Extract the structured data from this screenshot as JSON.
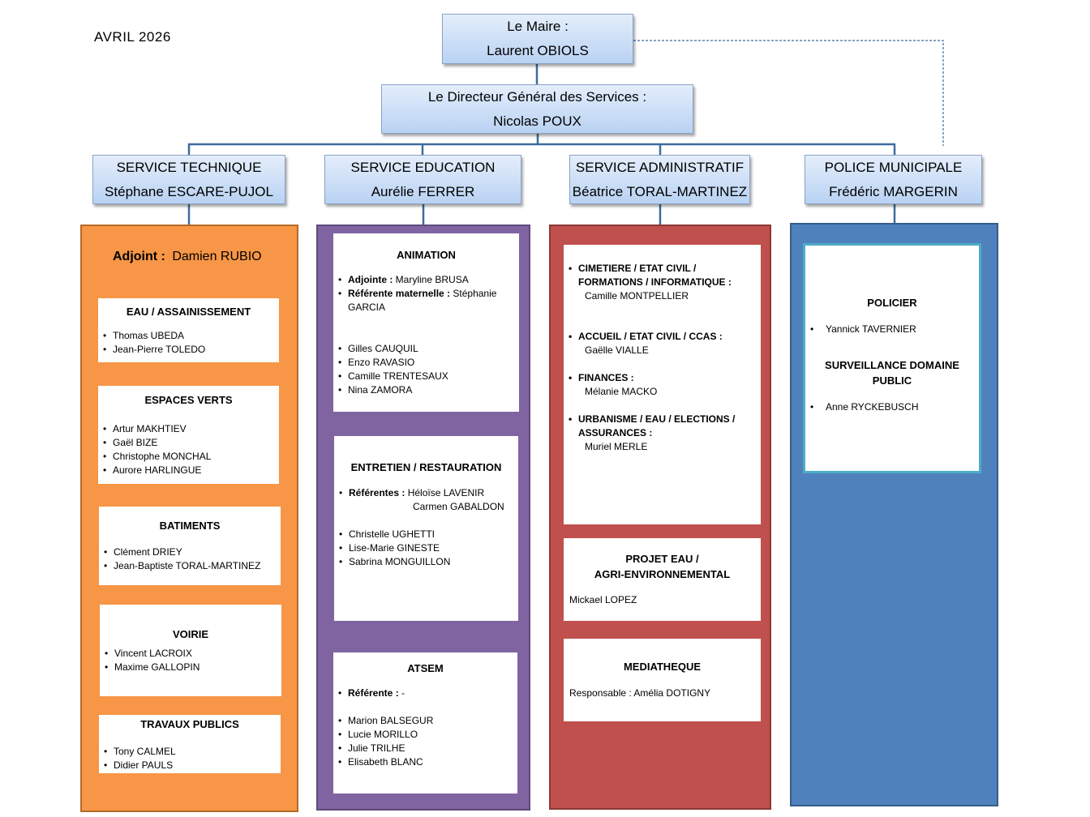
{
  "date": "AVRIL 2026",
  "mayor": {
    "line1": "Le Maire :",
    "line2": "Laurent OBIOLS"
  },
  "dgs": {
    "line1": "Le Directeur Général des Services :",
    "line2": "Nicolas POUX"
  },
  "services": [
    {
      "title": "SERVICE TECHNIQUE",
      "head": "Stéphane ESCARE-PUJOL"
    },
    {
      "title": "SERVICE EDUCATION",
      "head": "Aurélie FERRER"
    },
    {
      "title": "SERVICE ADMINISTRATIF",
      "head": "Béatrice TORAL-MARTINEZ"
    },
    {
      "title": "POLICE MUNICIPALE",
      "head": "Frédéric MARGERIN"
    }
  ],
  "colors": {
    "technique": "#f79646",
    "education": "#8064a2",
    "administratif": "#c0504d",
    "police": "#4f81bd",
    "header_line": "#3e6c9e"
  },
  "technique": {
    "adjoint_label": "Adjoint :",
    "adjoint_name": "Damien RUBIO",
    "teams": [
      {
        "title": "EAU / ASSAINISSEMENT",
        "members": [
          "Thomas UBEDA",
          "Jean-Pierre TOLEDO"
        ]
      },
      {
        "title": "ESPACES VERTS",
        "members": [
          "Artur MAKHTIEV",
          "Gaël BIZE",
          "Christophe  MONCHAL",
          "Aurore HARLINGUE"
        ]
      },
      {
        "title": "BATIMENTS",
        "members": [
          "Clément DRIEY",
          "Jean-Baptiste TORAL-MARTINEZ"
        ]
      },
      {
        "title": "VOIRIE",
        "members": [
          "Vincent LACROIX",
          "Maxime GALLOPIN"
        ]
      },
      {
        "title": "TRAVAUX PUBLICS",
        "members": [
          "Tony CALMEL",
          "Didier PAULS"
        ]
      }
    ]
  },
  "education": {
    "animation": {
      "title": "ANIMATION",
      "adjointe_label": "Adjointe :",
      "adjointe_name": "Maryline BRUSA",
      "referente_label": "Référente maternelle :",
      "referente_name_1": "Stéphanie",
      "referente_name_2": "GARCIA",
      "members": [
        "Gilles CAUQUIL",
        "Enzo RAVASIO",
        "Camille TRENTESAUX",
        "Nina ZAMORA"
      ]
    },
    "entretien": {
      "title": "ENTRETIEN / RESTAURATION",
      "referentes_label": "Référentes :",
      "referente_1": "Héloïse LAVENIR",
      "referente_2": "Carmen GABALDON",
      "members": [
        "Christelle UGHETTI",
        "Lise-Marie GINESTE",
        "Sabrina MONGUILLON"
      ]
    },
    "atsem": {
      "title": "ATSEM",
      "referente_label": "Référente :",
      "referente_name": "-",
      "members": [
        "Marion BALSEGUR",
        "Lucie MORILLO",
        "Julie TRILHE",
        "Elisabeth BLANC"
      ]
    }
  },
  "administratif": {
    "sections": [
      {
        "title_1": "CIMETIERE / ETAT CIVIL /",
        "title_2": "FORMATIONS  / INFORMATIQUE :",
        "name": "Camille MONTPELLIER"
      },
      {
        "title_1": "ACCUEIL / ETAT CIVIL / CCAS :",
        "name": "Gaëlle VIALLE"
      },
      {
        "title_1": "FINANCES   :",
        "name": "Mélanie MACKO"
      },
      {
        "title_1": "URBANISME / EAU / ELECTIONS /",
        "title_2": "ASSURANCES :",
        "name": "Muriel MERLE"
      }
    ],
    "projet": {
      "title_1": "PROJET EAU /",
      "title_2": "AGRI-ENVIRONNEMENTAL",
      "name": "Mickael LOPEZ"
    },
    "mediatheque": {
      "title": "MEDIATHEQUE",
      "line": "Responsable  : Amélia DOTIGNY"
    }
  },
  "police": {
    "policier_title": "POLICIER",
    "policier_members": [
      "Yannick TAVERNIER"
    ],
    "surveillance_title_1": "SURVEILLANCE DOMAINE",
    "surveillance_title_2": "PUBLIC",
    "surveillance_members": [
      "Anne RYCKEBUSCH"
    ]
  }
}
